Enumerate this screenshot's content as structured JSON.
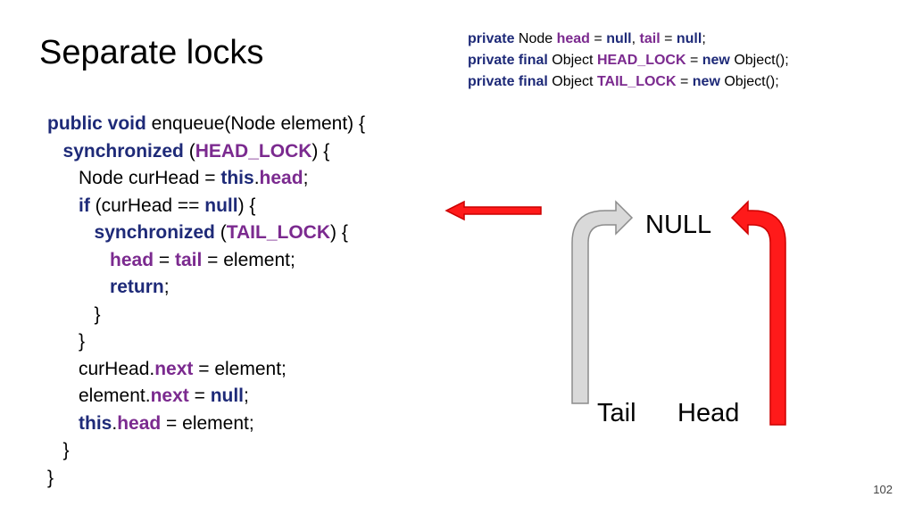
{
  "title": "Separate locks",
  "declarations": [
    [
      {
        "t": "private",
        "c": "kw"
      },
      {
        "t": " Node "
      },
      {
        "t": "head",
        "c": "fld"
      },
      {
        "t": " = "
      },
      {
        "t": "null",
        "c": "kw"
      },
      {
        "t": ", "
      },
      {
        "t": "tail",
        "c": "fld"
      },
      {
        "t": " = "
      },
      {
        "t": "null",
        "c": "kw"
      },
      {
        "t": ";"
      }
    ],
    [
      {
        "t": "private final",
        "c": "kw"
      },
      {
        "t": " Object "
      },
      {
        "t": "HEAD_LOCK",
        "c": "fld"
      },
      {
        "t": " = "
      },
      {
        "t": "new",
        "c": "kw"
      },
      {
        "t": " Object();"
      }
    ],
    [
      {
        "t": "private final",
        "c": "kw"
      },
      {
        "t": " Object "
      },
      {
        "t": "TAIL_LOCK",
        "c": "fld"
      },
      {
        "t": " = "
      },
      {
        "t": "new",
        "c": "kw"
      },
      {
        "t": " Object();"
      }
    ]
  ],
  "code": [
    [
      {
        "t": "public void",
        "c": "kw"
      },
      {
        "t": " enqueue(Node element) {"
      }
    ],
    [
      {
        "t": "   "
      },
      {
        "t": "synchronized",
        "c": "kw"
      },
      {
        "t": " ("
      },
      {
        "t": "HEAD_LOCK",
        "c": "fld"
      },
      {
        "t": ") {"
      }
    ],
    [
      {
        "t": "      Node curHead = "
      },
      {
        "t": "this",
        "c": "kw"
      },
      {
        "t": "."
      },
      {
        "t": "head",
        "c": "fld"
      },
      {
        "t": ";"
      }
    ],
    [
      {
        "t": "      "
      },
      {
        "t": "if",
        "c": "kw"
      },
      {
        "t": " (curHead == "
      },
      {
        "t": "null",
        "c": "kw"
      },
      {
        "t": ") {"
      }
    ],
    [
      {
        "t": "         "
      },
      {
        "t": "synchronized",
        "c": "kw"
      },
      {
        "t": " ("
      },
      {
        "t": "TAIL_LOCK",
        "c": "fld"
      },
      {
        "t": ") {"
      }
    ],
    [
      {
        "t": "            "
      },
      {
        "t": "head",
        "c": "fld"
      },
      {
        "t": " = "
      },
      {
        "t": "tail",
        "c": "fld"
      },
      {
        "t": " = element;"
      }
    ],
    [
      {
        "t": "            "
      },
      {
        "t": "return",
        "c": "kw"
      },
      {
        "t": ";"
      }
    ],
    [
      {
        "t": "         }"
      }
    ],
    [
      {
        "t": "      }"
      }
    ],
    [
      {
        "t": "      curHead."
      },
      {
        "t": "next",
        "c": "fld"
      },
      {
        "t": " = element;"
      }
    ],
    [
      {
        "t": "      element."
      },
      {
        "t": "next",
        "c": "fld"
      },
      {
        "t": " = "
      },
      {
        "t": "null",
        "c": "kw"
      },
      {
        "t": ";"
      }
    ],
    [
      {
        "t": "      "
      },
      {
        "t": "this",
        "c": "kw"
      },
      {
        "t": "."
      },
      {
        "t": "head",
        "c": "fld"
      },
      {
        "t": " = element;"
      }
    ],
    [
      {
        "t": "   }"
      }
    ],
    [
      {
        "t": "}"
      }
    ]
  ],
  "diagram": {
    "null_label": "NULL",
    "tail_label": "Tail",
    "head_label": "Head",
    "colors": {
      "red": "#ff1a1a",
      "red_stroke": "#cc0000",
      "gray": "#d9d9d9",
      "gray_stroke": "#8c8c8c"
    }
  },
  "page_number": "102"
}
